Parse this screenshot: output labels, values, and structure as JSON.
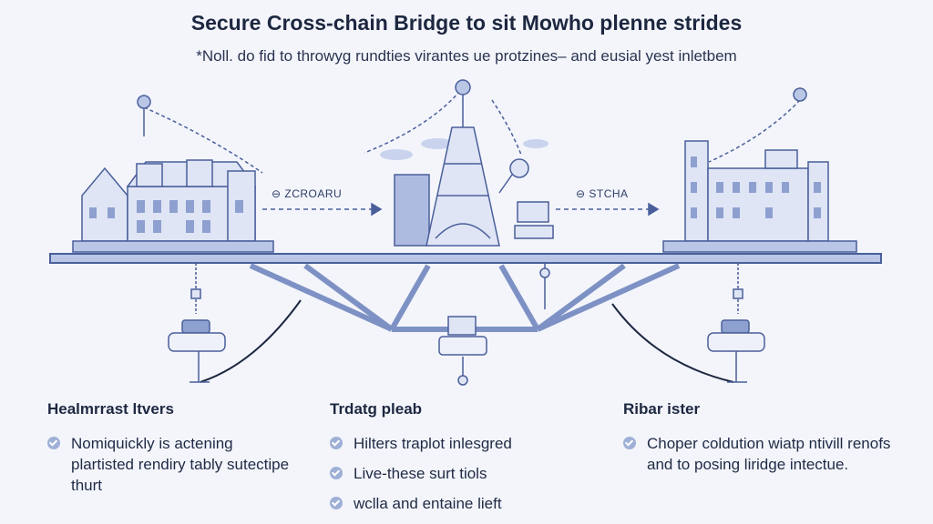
{
  "header": {
    "title": "Secure Cross-chain Bridge to sit Mowho plenne strides",
    "subtitle": "*Noll. do fid to throwyg rundties virantes ue protzines– and eusial yest inletbem"
  },
  "diagram": {
    "left_arrow_label": "⊖ ZCROARU",
    "right_arrow_label": "⊖ STCHA"
  },
  "columns": [
    {
      "heading": "Healmrrast ltvers",
      "items": [
        "Nomiquickly is actening plartisted rendiry tably sutectipe thurt"
      ]
    },
    {
      "heading": "Trdatg pleab",
      "items": [
        "Hilters traplot inlesgred",
        "Live-these surt tiols",
        "wclla and entaine lieft"
      ]
    },
    {
      "heading": "Ribar ister",
      "items": [
        "Choper coldution wiatp ntivill renofs and to posing liridge intectue."
      ]
    }
  ],
  "colors": {
    "ink": "#1d2740",
    "line": "#4a5f9a",
    "fill": "#b9c6e6",
    "accent": "#5b70ae"
  }
}
